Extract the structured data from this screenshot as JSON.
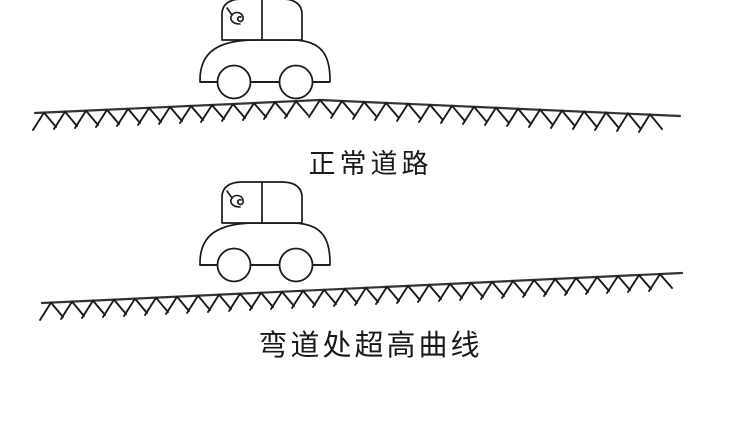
{
  "figure": {
    "title_normal": "正常道路",
    "title_super": "弯道处超高曲线"
  },
  "diagrams": [
    {
      "id": "normal-road",
      "label": "正常道路",
      "road_type": "crowned",
      "ground_color": "#333333",
      "outline_color": "#1a1a1a",
      "vehicle": "car-side-view",
      "hatch_count": 30
    },
    {
      "id": "superelevated-curve",
      "label": "弯道处超高曲线",
      "road_type": "inclined",
      "ground_color": "#333333",
      "outline_color": "#1a1a1a",
      "vehicle": "car-side-view",
      "hatch_count": 30
    }
  ],
  "colors": {
    "background": "#ffffff",
    "ink": "#1a1a1a",
    "ground": "#333333"
  }
}
